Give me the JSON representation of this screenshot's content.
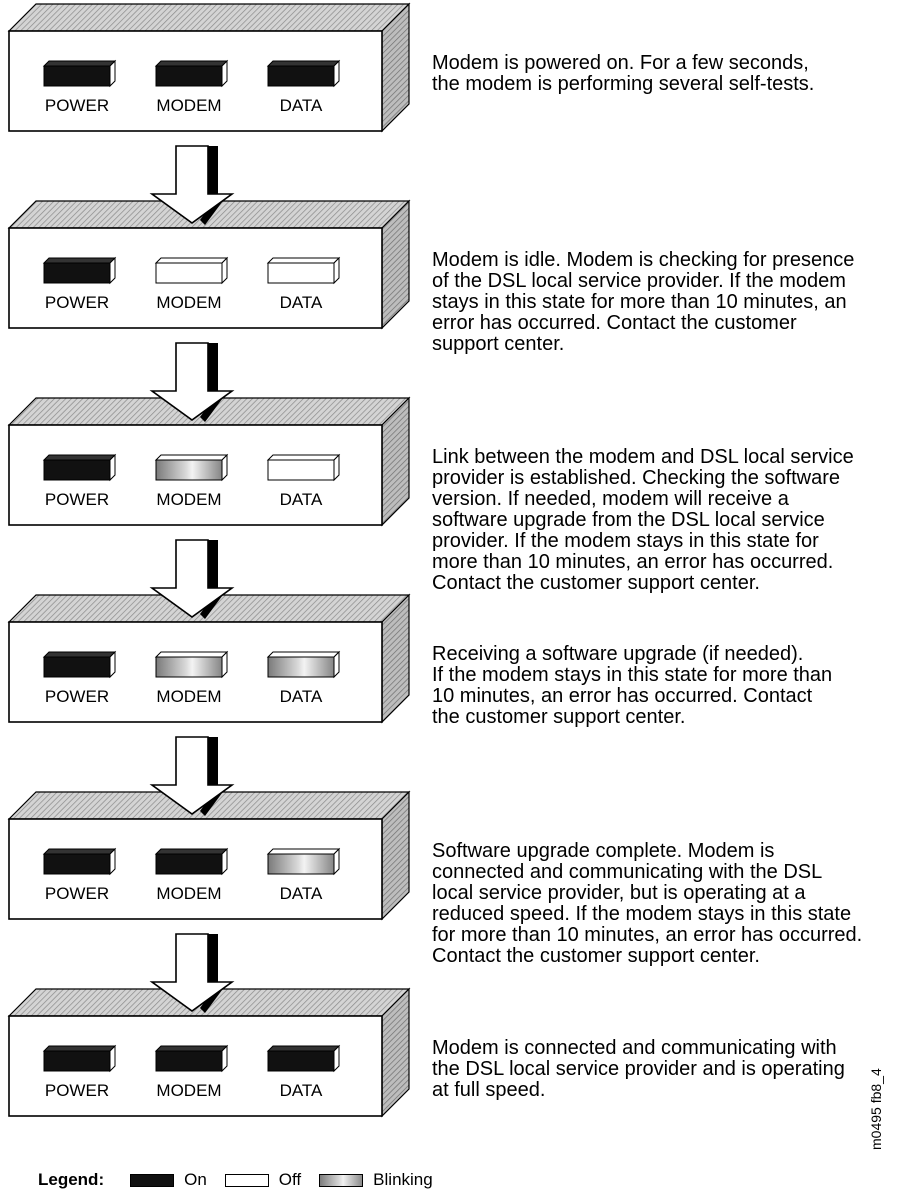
{
  "states": [
    {
      "leds": [
        "on",
        "on",
        "on"
      ],
      "text": "Modem is powered on.   For a few seconds,\nthe modem is performing several self-tests."
    },
    {
      "leds": [
        "on",
        "off",
        "off"
      ],
      "text": "Modem is idle.  Modem is checking for presence\nof the DSL local service provider.  If the modem\nstays in this state for more than 10 minutes, an\nerror has occurred.  Contact the customer\nsupport center."
    },
    {
      "leds": [
        "on",
        "blinking",
        "off"
      ],
      "text": "Link between the modem and DSL local service\nprovider is established.  Checking the software\nversion. If needed, modem will receive a\nsoftware upgrade from the DSL local service\nprovider.  If the modem stays in this state for\nmore than 10 minutes, an error has occurred.\nContact the customer support center."
    },
    {
      "leds": [
        "on",
        "blinking",
        "blinking"
      ],
      "text": "Receiving a software upgrade (if needed).\nIf the modem stays in this state for more than\n10 minutes, an error has occurred.  Contact\nthe customer support center."
    },
    {
      "leds": [
        "on",
        "on",
        "blinking"
      ],
      "text": "Software upgrade complete.  Modem is\nconnected and communicating with the DSL\nlocal service provider, but is operating at a\nreduced speed. If the modem stays in this state\nfor more than 10 minutes, an error has occurred.\nContact the customer support center."
    },
    {
      "leds": [
        "on",
        "on",
        "on"
      ],
      "text": "Modem is connected and communicating with\nthe DSL local service provider and is operating\nat full speed."
    }
  ],
  "led_labels": [
    "POWER",
    "MODEM",
    "DATA"
  ],
  "legend": {
    "title": "Legend:",
    "items": [
      {
        "state": "on",
        "label": "On"
      },
      {
        "state": "off",
        "label": "Off"
      },
      {
        "state": "blinking",
        "label": "Blinking"
      }
    ]
  },
  "figure_id": "m0495 fb8_4",
  "colors": {
    "on": "#111111",
    "off": "#ffffff",
    "box_top": "#c8c8c8",
    "box_side": "#9a9a9a"
  }
}
